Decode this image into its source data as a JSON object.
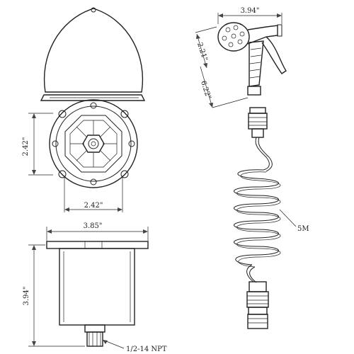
{
  "drawing": {
    "colors": {
      "line": "#222222",
      "dim_arrow": "#444444",
      "background": "#ffffff"
    },
    "dimensions": {
      "flange_height": "2.42\"",
      "flange_width": "2.42\"",
      "body_width": "3.85\"",
      "body_height": "3.94\"",
      "thread": "1/2-14 NPT",
      "nozzle_width": "3.94\"",
      "nozzle_height_small": "2.21\"",
      "nozzle_height_large": "6.22\"",
      "hose_length": "5M"
    }
  }
}
